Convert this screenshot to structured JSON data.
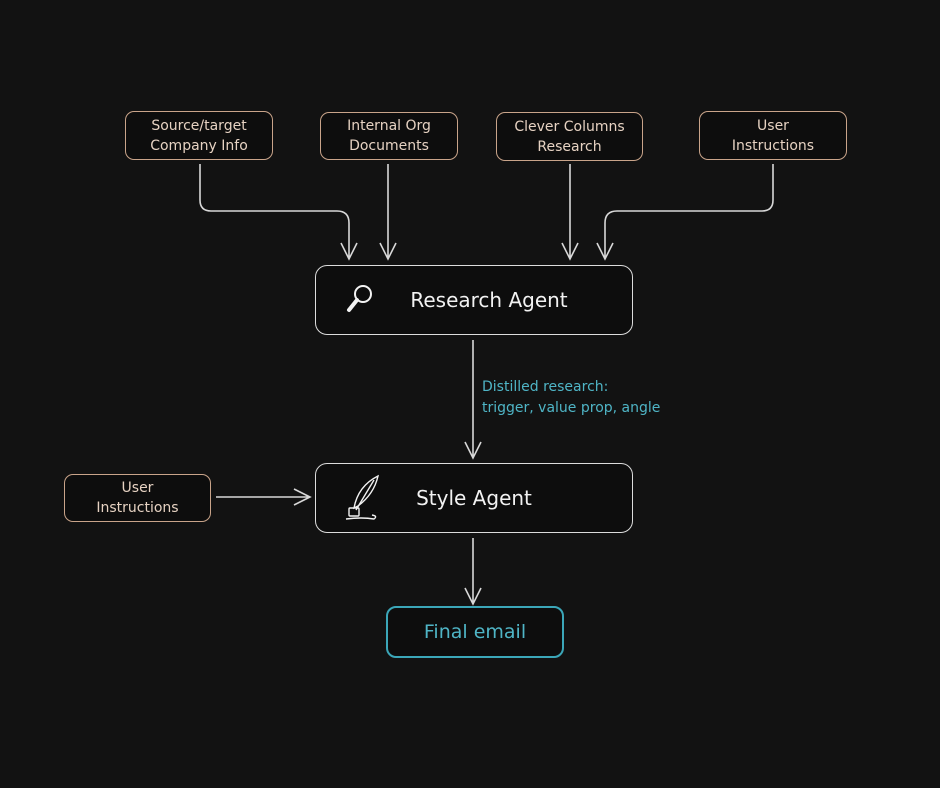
{
  "inputs": [
    {
      "line1": "Source/target",
      "line2": "Company Info"
    },
    {
      "line1": "Internal Org",
      "line2": "Documents"
    },
    {
      "line1": "Clever Columns",
      "line2": "Research"
    },
    {
      "line1": "User",
      "line2": "Instructions"
    }
  ],
  "research_agent": {
    "label": "Research Agent",
    "icon": "magnifier-icon"
  },
  "edge_label": {
    "line1": "Distilled research:",
    "line2": "trigger, value prop, angle"
  },
  "style_agent": {
    "label": "Style Agent",
    "icon": "quill-inkwell-icon"
  },
  "style_input": {
    "line1": "User",
    "line2": "Instructions"
  },
  "output": {
    "label": "Final email"
  },
  "colors": {
    "background": "#121212",
    "input_border": "#c9a48a",
    "agent_border": "#dcdcdc",
    "accent": "#3ba6b8"
  }
}
